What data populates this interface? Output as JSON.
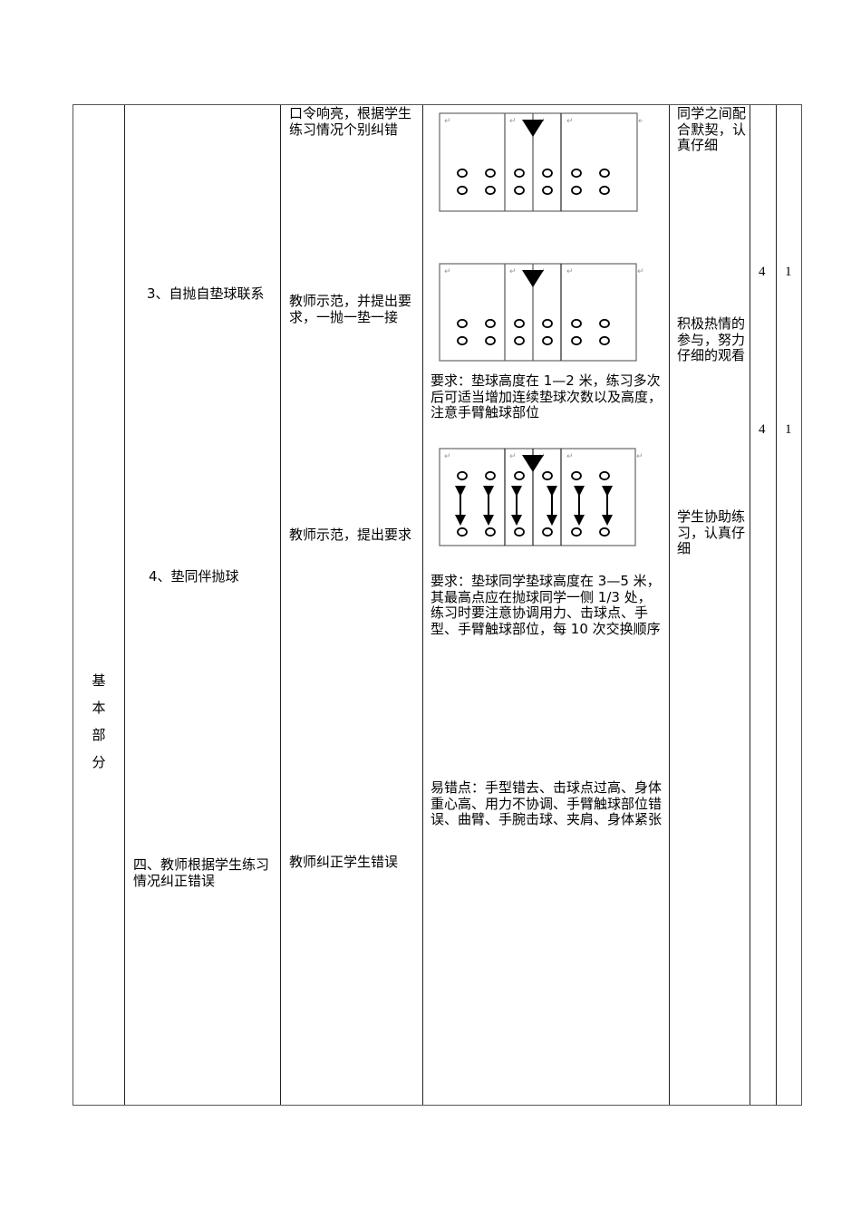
{
  "section_label": [
    "基",
    "本",
    "部",
    "分"
  ],
  "col2": {
    "item3": "　3、自抛自垫球联系",
    "item4": "4、垫同伴抛球",
    "item_four": "四、教师根据学生练习情况纠正错误"
  },
  "col3": {
    "top": "口令响亮，根据学生练习情况个别纠错",
    "demo3": "教师示范，并提出要求，一抛一垫一接",
    "demo4": "教师示范，提出要求",
    "correct": "教师纠正学生错误"
  },
  "col4": {
    "req1": "要求：垫球高度在 1—2 米，练习多次后可适当增加连续垫球次数以及高度，注意手臂触球部位",
    "req2": "要求：垫球同学垫球高度在 3—5 米，其最高点应在抛球同学一侧 1/3 处，练习时要注意协调用力、击球点、手型、手臂触球部位，每 10 次交换顺序",
    "errors": "易错点：手型错去、击球点过高、身体重心高、用力不协调、手臂触球部位错误、曲臂、手腕击球、夹肩、身体紧张",
    "diagrams": [
      {
        "name": "formation-diagram-1",
        "type": "two-rows"
      },
      {
        "name": "formation-diagram-2",
        "type": "two-rows"
      },
      {
        "name": "formation-diagram-3",
        "type": "pairs-with-arrows"
      }
    ]
  },
  "col5": {
    "note1": "同学之间配合默契，认真仔细",
    "note2": "积极热情的参与，努力仔细的观看",
    "note3": "学生协助练习，认真仔细"
  },
  "col6": {
    "times1": "4",
    "times2": "4"
  },
  "col7": {
    "count1": "1",
    "count2": "1"
  }
}
